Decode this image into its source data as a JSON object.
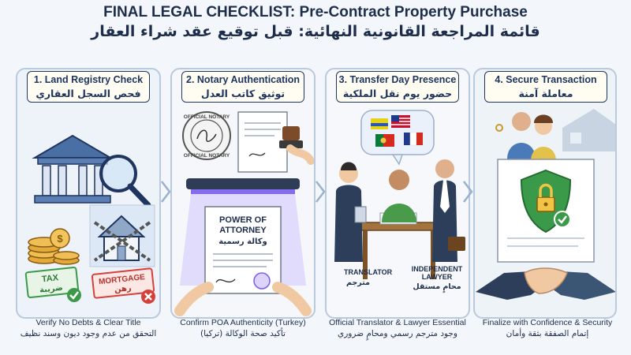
{
  "title": {
    "en": "FINAL LEGAL CHECKLIST: Pre-Contract Property Purchase",
    "ar": "قائمة المراجعة القانونية النهائية: قبل توقيع عقد شراء العقار"
  },
  "steps": [
    {
      "title_en": "1. Land Registry Check",
      "title_ar": "فحص السجل العقاري",
      "caption_en": "Verify No Debts & Clear Title",
      "caption_ar": "التحقق من عدم وجود ديون وسند نظيف",
      "tags": {
        "tax_en": "TAX",
        "tax_ar": "ضريبة",
        "mortgage_en": "MORTGAGE",
        "mortgage_ar": "رهن"
      }
    },
    {
      "title_en": "2. Notary Authentication",
      "title_ar": "توثيق كاتب العدل",
      "caption_en": "Confirm POA Authenticity (Turkey)",
      "caption_ar": "تأكيد صحة الوكالة (تركيا)",
      "stamp_top": "OFFICIAL NOTARY",
      "stamp_bottom": "OFFICIAL NOTARY",
      "doc_en_1": "POWER OF",
      "doc_en_2": "ATTORNEY",
      "doc_ar": "وكالة رسمية"
    },
    {
      "title_en": "3. Transfer Day Presence",
      "title_ar": "حضور يوم نقل الملكية",
      "caption_en": "Official Translator & Lawyer Essential",
      "caption_ar": "وجود مترجم رسمي ومحامٍ ضروري",
      "translator_en": "TRANSLATOR",
      "translator_ar": "مترجم",
      "lawyer_en_1": "INDEPENDENT",
      "lawyer_en_2": "LAWYER",
      "lawyer_ar": "محامٍ مستقل"
    },
    {
      "title_en": "4. Secure Transaction",
      "title_ar": "معاملة آمنة",
      "caption_en": "Finalize with Confidence & Security",
      "caption_ar": "إتمام الصفقة بثقة وأمان"
    }
  ],
  "colors": {
    "navy": "#1f3560",
    "panel_border": "#b9c9de",
    "green": "#3a9a4a",
    "red": "#d6403a",
    "gold": "#e2a93b",
    "purple": "#7a5cf0"
  },
  "icons": [
    "bank-icon",
    "magnifier-icon",
    "coins-icon",
    "house-chain-icon",
    "notary-stamp-icon",
    "scanner-icon",
    "flags-icon",
    "shield-lock-icon",
    "handshake-icon",
    "check-icon",
    "cross-icon"
  ]
}
